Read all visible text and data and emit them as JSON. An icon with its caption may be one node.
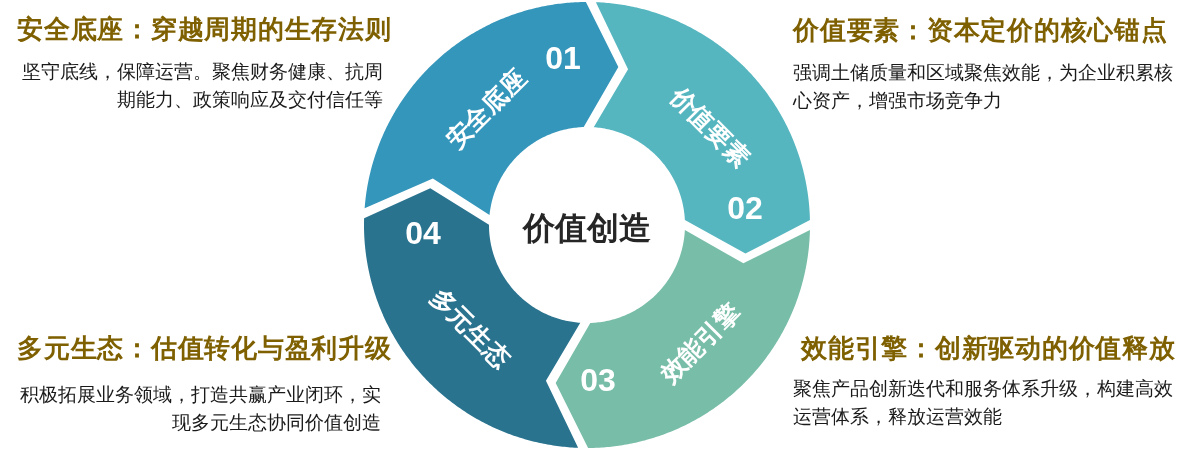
{
  "diagram": {
    "nodes": [
      {
        "text": [
          "01",
          "安全底座"
        ],
        "beside": [
          "安全底座：穿越周期的生存法则",
          "坚守底线，保障运营。聚焦财务健康、抗周期能力、政策响应及交付信任等"
        ]
      },
      {
        "text": [
          "02",
          "价值要素"
        ],
        "beside": [
          "价值要素：资本定价的核心锚点",
          "强调土储质量和区域聚焦效能，为企业积累核心资产，增强市场竞争力"
        ]
      },
      {
        "text": [
          "03",
          "效能引擎"
        ],
        "beside": [
          "效能引擎：创新驱动的价值释放",
          "聚焦产品创新迭代和服务体系升级，构建高效运营体系，释放运营效能"
        ]
      },
      {
        "text": [
          "04",
          "多元生态"
        ],
        "beside": [
          "多元生态：估值转化与盈利升级",
          "积极拓展业务领域，打造共赢产业闭环，实现多元生态协同价值创造"
        ]
      },
      {
        "text": [
          "价值创造"
        ]
      }
    ]
  }
}
